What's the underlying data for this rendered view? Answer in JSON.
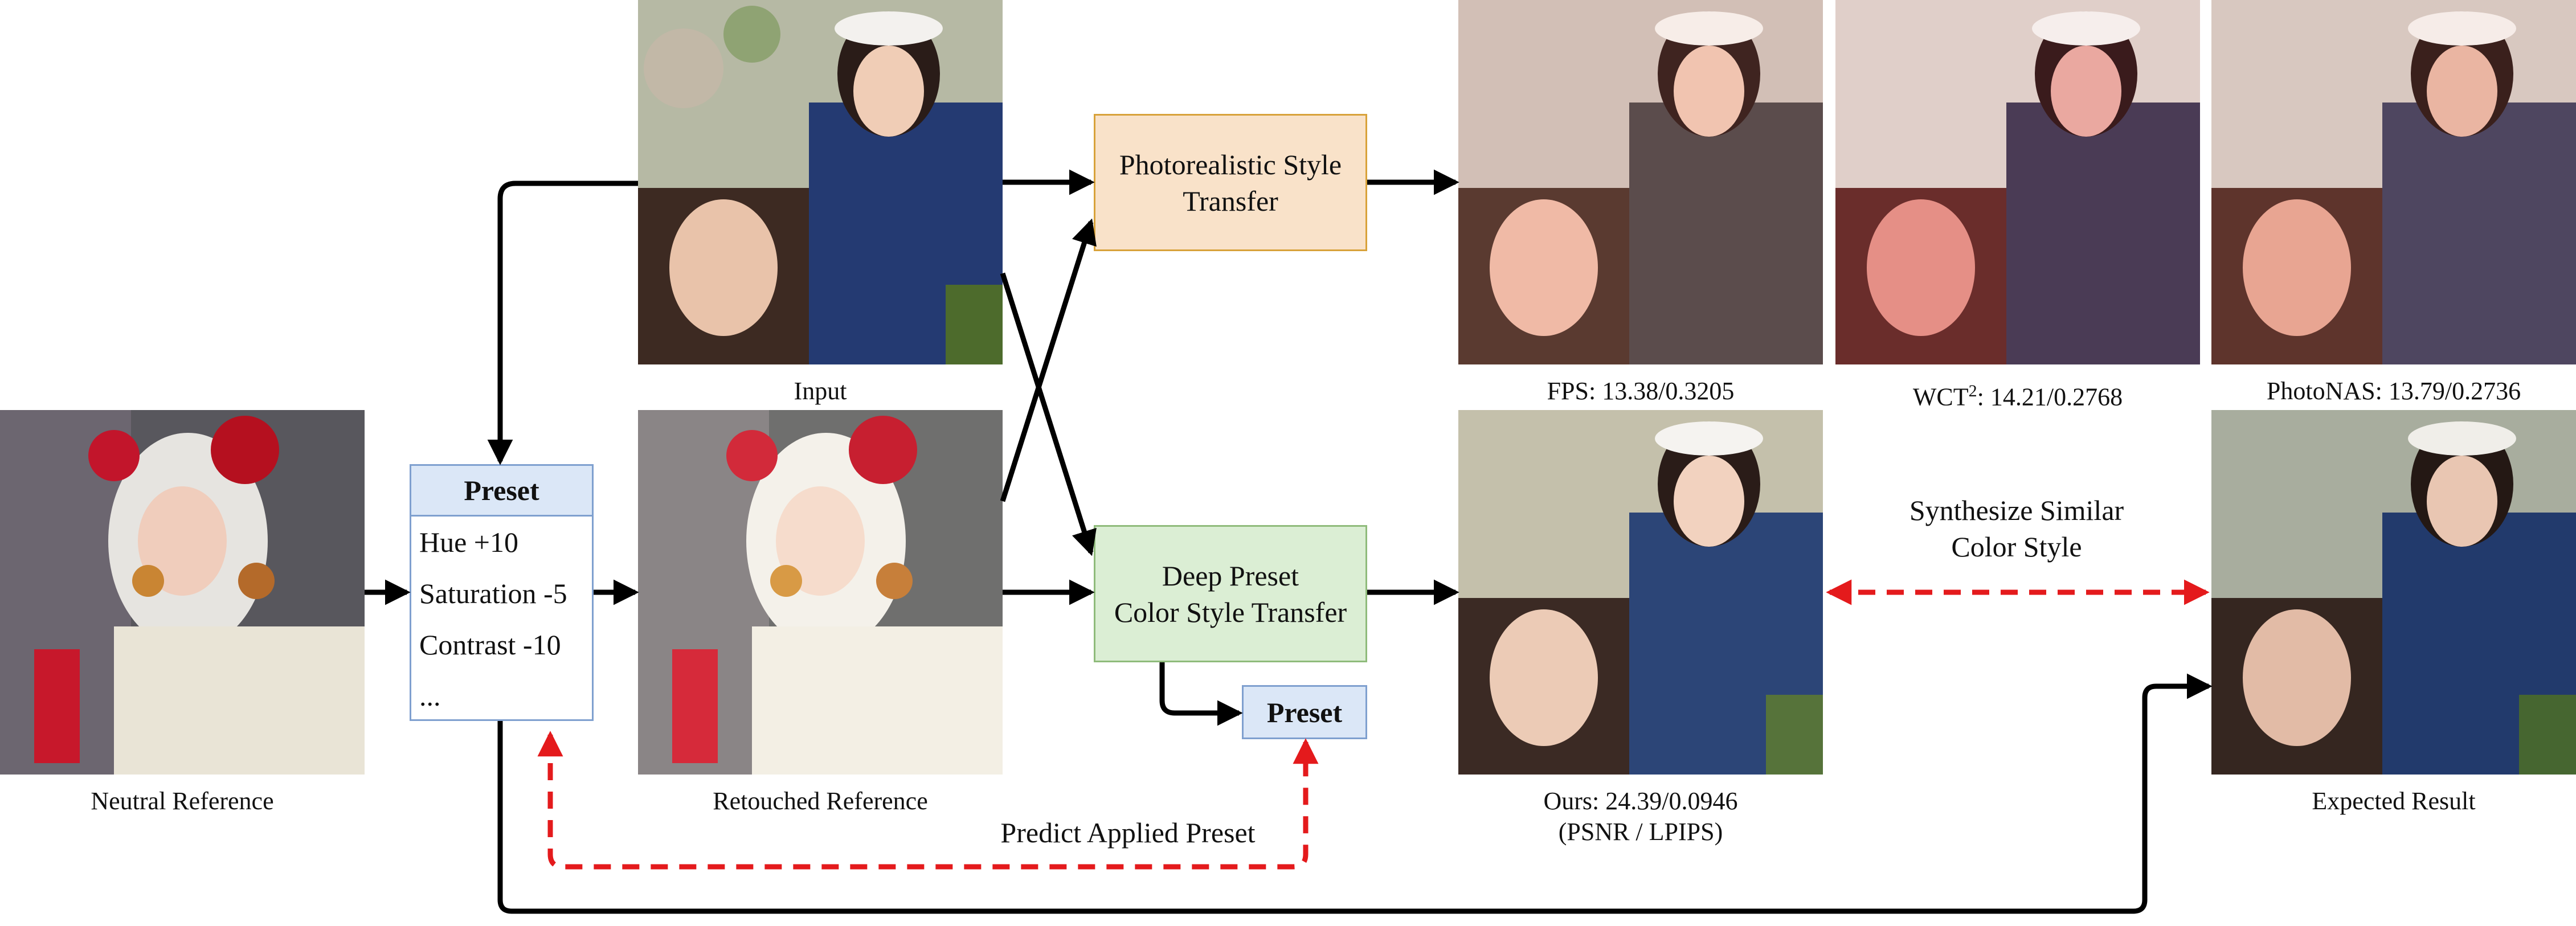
{
  "captions": {
    "input": "Input",
    "neutral_reference": "Neutral Reference",
    "retouched_reference": "Retouched Reference",
    "fps": "FPS: 13.38/0.3205",
    "wct_prefix": "WCT",
    "wct_sup": "2",
    "wct_suffix": ": 14.21/0.2768",
    "photonas": "PhotoNAS: 13.79/0.2736",
    "ours_line1": "Ours: 24.39/0.0946",
    "ours_line2": "(PSNR / LPIPS)",
    "expected": "Expected Result"
  },
  "boxes": {
    "pst": "Photorealistic Style\nTransfer",
    "dpst": "Deep Preset\nColor Style Transfer"
  },
  "preset_panel": {
    "title": "Preset",
    "items": [
      "Hue +10",
      "Saturation -5",
      "Contrast -10",
      "..."
    ]
  },
  "preset_small": "Preset",
  "labels": {
    "predict": "Predict Applied Preset",
    "synthesize_line1": "Synthesize Similar",
    "synthesize_line2": "Color Style"
  },
  "colors": {
    "arrow_black": "#000000",
    "arrow_red": "#e41a1c",
    "pst_fill": "#f9e2c9",
    "dpst_fill": "#dbeed4",
    "preset_fill": "#dbe7f7"
  }
}
